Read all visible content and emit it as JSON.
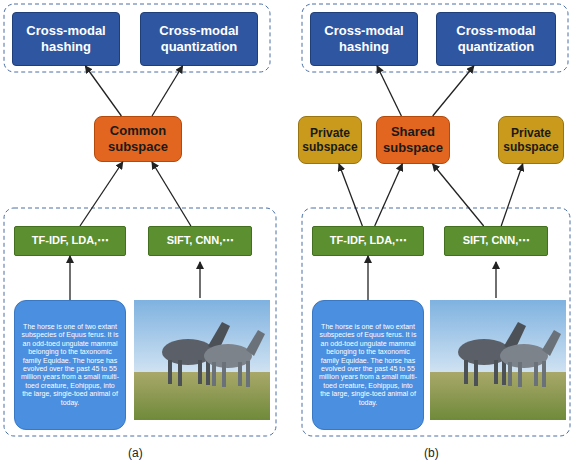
{
  "diagram": {
    "nodes": [
      {
        "text": [
          "Cross-modal hashing"
        ]
      },
      {
        "text": [
          "Cross-modal quantization"
        ]
      },
      {
        "text": [
          "Common subspace"
        ]
      },
      {
        "text": [
          "TF-IDF, LDA,⋯"
        ]
      },
      {
        "text": [
          "SIFT, CNN,⋯"
        ]
      },
      {
        "text": [
          "The horse is one of two extant subspecies of Equus ferus. It is an odd-toed ungulate mammal belonging to the taxonomic family Equidae. The horse has evolved over the past 45 to 55 million years from a small multi-toed creature, Eohippus, into the large, single-toed animal of today."
        ]
      },
      {
        "text": [
          "Cross-modal hashing"
        ]
      },
      {
        "text": [
          "Cross-modal quantization"
        ]
      },
      {
        "text": [
          "Private subspace"
        ]
      },
      {
        "text": [
          "Shared subspace"
        ]
      },
      {
        "text": [
          "Private subspace"
        ]
      },
      {
        "text": [
          "TF-IDF, LDA,⋯"
        ]
      },
      {
        "text": [
          "SIFT, CNN,⋯"
        ]
      },
      {
        "text": [
          "The horse is one of two extant subspecies of Equus ferus. It is an odd-toed ungulate mammal belonging to the taxonomic family Equidae. The horse has evolved over the past 45 to 55 million years from a small multi-toed creature, Eohippus, into the large, single-toed animal of today."
        ]
      }
    ],
    "edges": [
      {
        "from": 2,
        "to": 0,
        "arrow": "to"
      },
      {
        "from": 2,
        "to": 1,
        "arrow": "to"
      },
      {
        "from": 3,
        "to": 2,
        "arrow": "to"
      },
      {
        "from": 4,
        "to": 2,
        "arrow": "to"
      },
      {
        "from": 5,
        "to": 3,
        "arrow": "to"
      },
      {
        "from": 9,
        "to": 6,
        "arrow": "to"
      },
      {
        "from": 9,
        "to": 7,
        "arrow": "to"
      },
      {
        "from": 11,
        "to": 8,
        "arrow": "to"
      },
      {
        "from": 11,
        "to": 9,
        "arrow": "to"
      },
      {
        "from": 12,
        "to": 9,
        "arrow": "to"
      },
      {
        "from": 12,
        "to": 10,
        "arrow": "to"
      },
      {
        "from": 13,
        "to": 11,
        "arrow": "to"
      }
    ],
    "labels": [
      "(a)",
      "(b)"
    ]
  }
}
